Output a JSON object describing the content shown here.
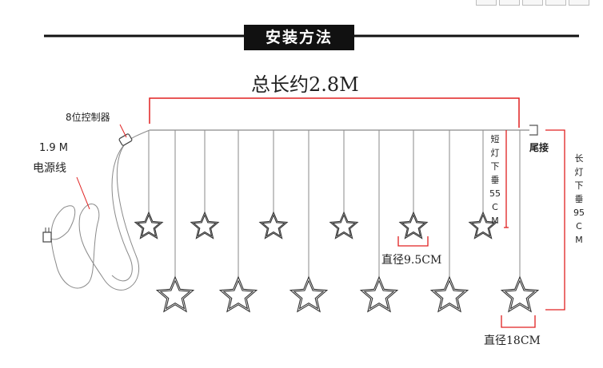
{
  "heading": "安装方法",
  "total_length": "总长约2.8M",
  "controller_label": "8位控制器",
  "power_cord": {
    "length": "1.9 M",
    "name": "电源线"
  },
  "tail_label": "尾接",
  "short_drop": "短灯下垂55CM",
  "long_drop": "长灯下垂95CM",
  "small_star_diameter": "直径9.5CM",
  "large_star_diameter": "直径18CM",
  "colors": {
    "dimension_line": "#e02020",
    "wire": "#8a8a8a",
    "star_outline": "#333333",
    "rule": "#111111"
  },
  "icons": [
    "window-button-icon",
    "window-button-icon",
    "window-button-icon",
    "window-button-icon",
    "window-button-icon"
  ]
}
